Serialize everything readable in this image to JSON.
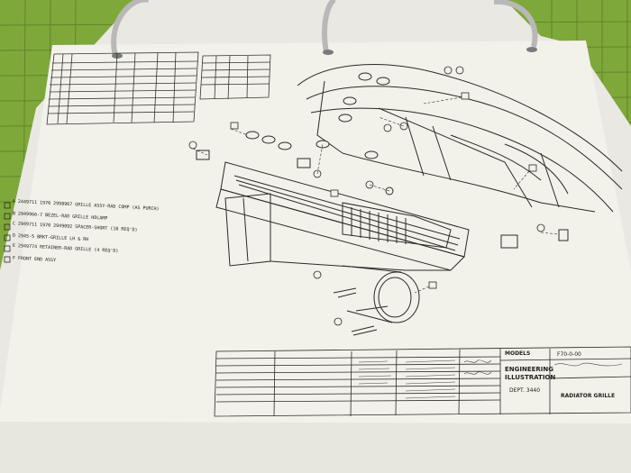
{
  "photo": {
    "background_color": "#7fa83a",
    "paper_color": "#f2f1ea",
    "line_color": "#2a2a2a"
  },
  "notes": [
    {
      "key": "A",
      "text": "2449711 1970 2998967 GRILLE ASSY-RAD COMP (AS PURCH)"
    },
    {
      "key": "B",
      "text": "2949966-7 BEZEL-RAD GRILLE HDLAMP"
    },
    {
      "key": "C",
      "text": "2949711 1970 2949092 SPACER-SHORT (10 REQ'D)"
    },
    {
      "key": "D",
      "text": "2945-5  BRKT-GRILLE  LH & RH"
    },
    {
      "key": "E",
      "text": "2949774 RETAINER-RAD GRILLE (4 REQ'D)"
    },
    {
      "key": "F",
      "text": "FRONT END ASSY"
    }
  ],
  "title_block": {
    "models_label": "MODELS",
    "engineering": "ENGINEERING",
    "illustration": "ILLUSTRATION",
    "dept": "DEPT. 3440",
    "part_name": "RADIATOR GRILLE",
    "drawing_no": "F70-0-00"
  }
}
